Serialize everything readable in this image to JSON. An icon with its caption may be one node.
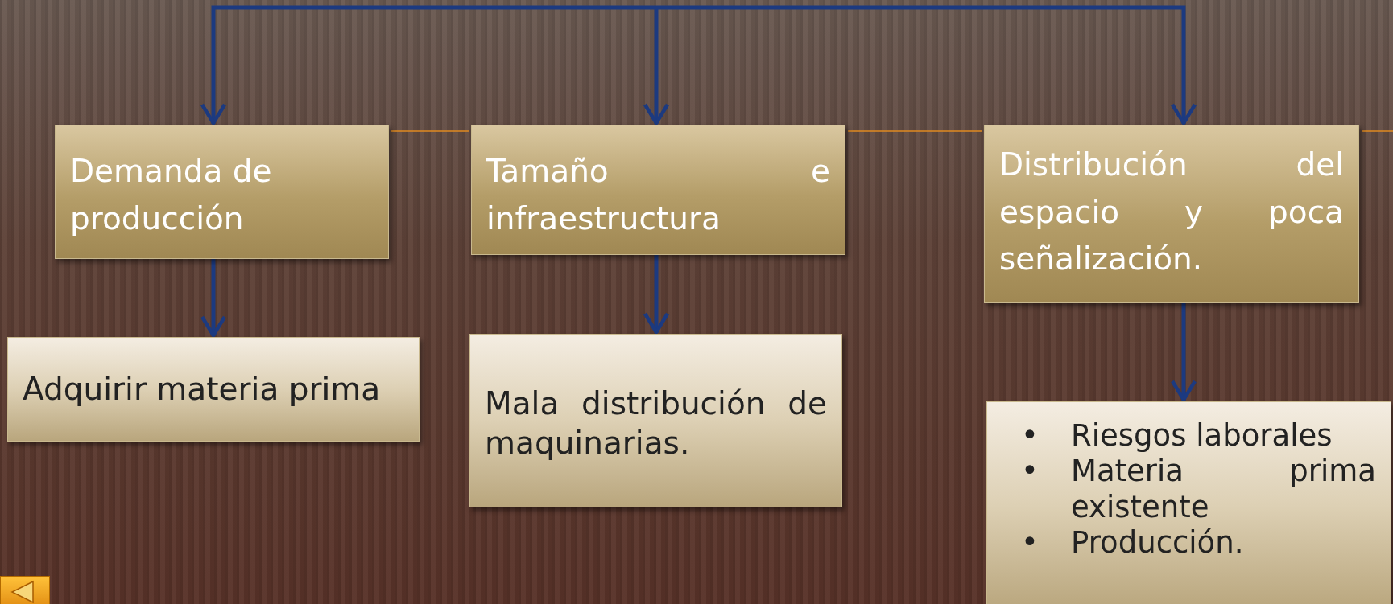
{
  "diagram": {
    "nodes": [
      {
        "text": [
          "Demanda de producción"
        ]
      },
      {
        "text": [
          "Tamaño e infraestructura"
        ]
      },
      {
        "text": [
          "Distribución del espacio y poca señalización."
        ]
      },
      {
        "text": [
          "Adquirir materia prima"
        ]
      },
      {
        "text": [
          "Mala distribución de maquinarias."
        ]
      },
      {
        "text": [
          "Riesgos laborales",
          "Materia prima existente",
          "Producción."
        ]
      }
    ],
    "edges": [
      {
        "from": null,
        "to": 0,
        "arrow": "to"
      },
      {
        "from": null,
        "to": 1,
        "arrow": "to"
      },
      {
        "from": null,
        "to": 2,
        "arrow": "to"
      },
      {
        "from": 0,
        "to": 3,
        "arrow": "to"
      },
      {
        "from": 1,
        "to": 4,
        "arrow": "to"
      },
      {
        "from": 2,
        "to": 5,
        "arrow": "to"
      }
    ],
    "labels": [
      "•",
      "•",
      "•"
    ]
  }
}
